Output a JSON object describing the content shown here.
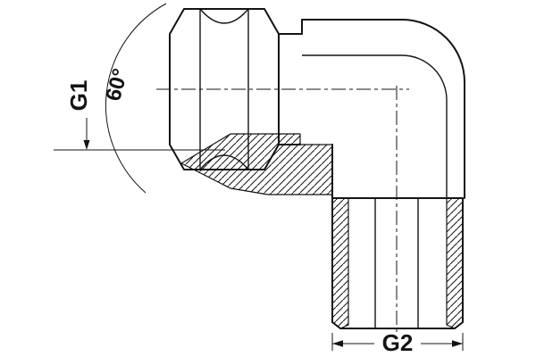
{
  "drawing": {
    "labels": {
      "g1": "G1",
      "angle": "60°",
      "g2": "G2"
    },
    "colors": {
      "line": "#141414",
      "background": "#ffffff"
    }
  }
}
